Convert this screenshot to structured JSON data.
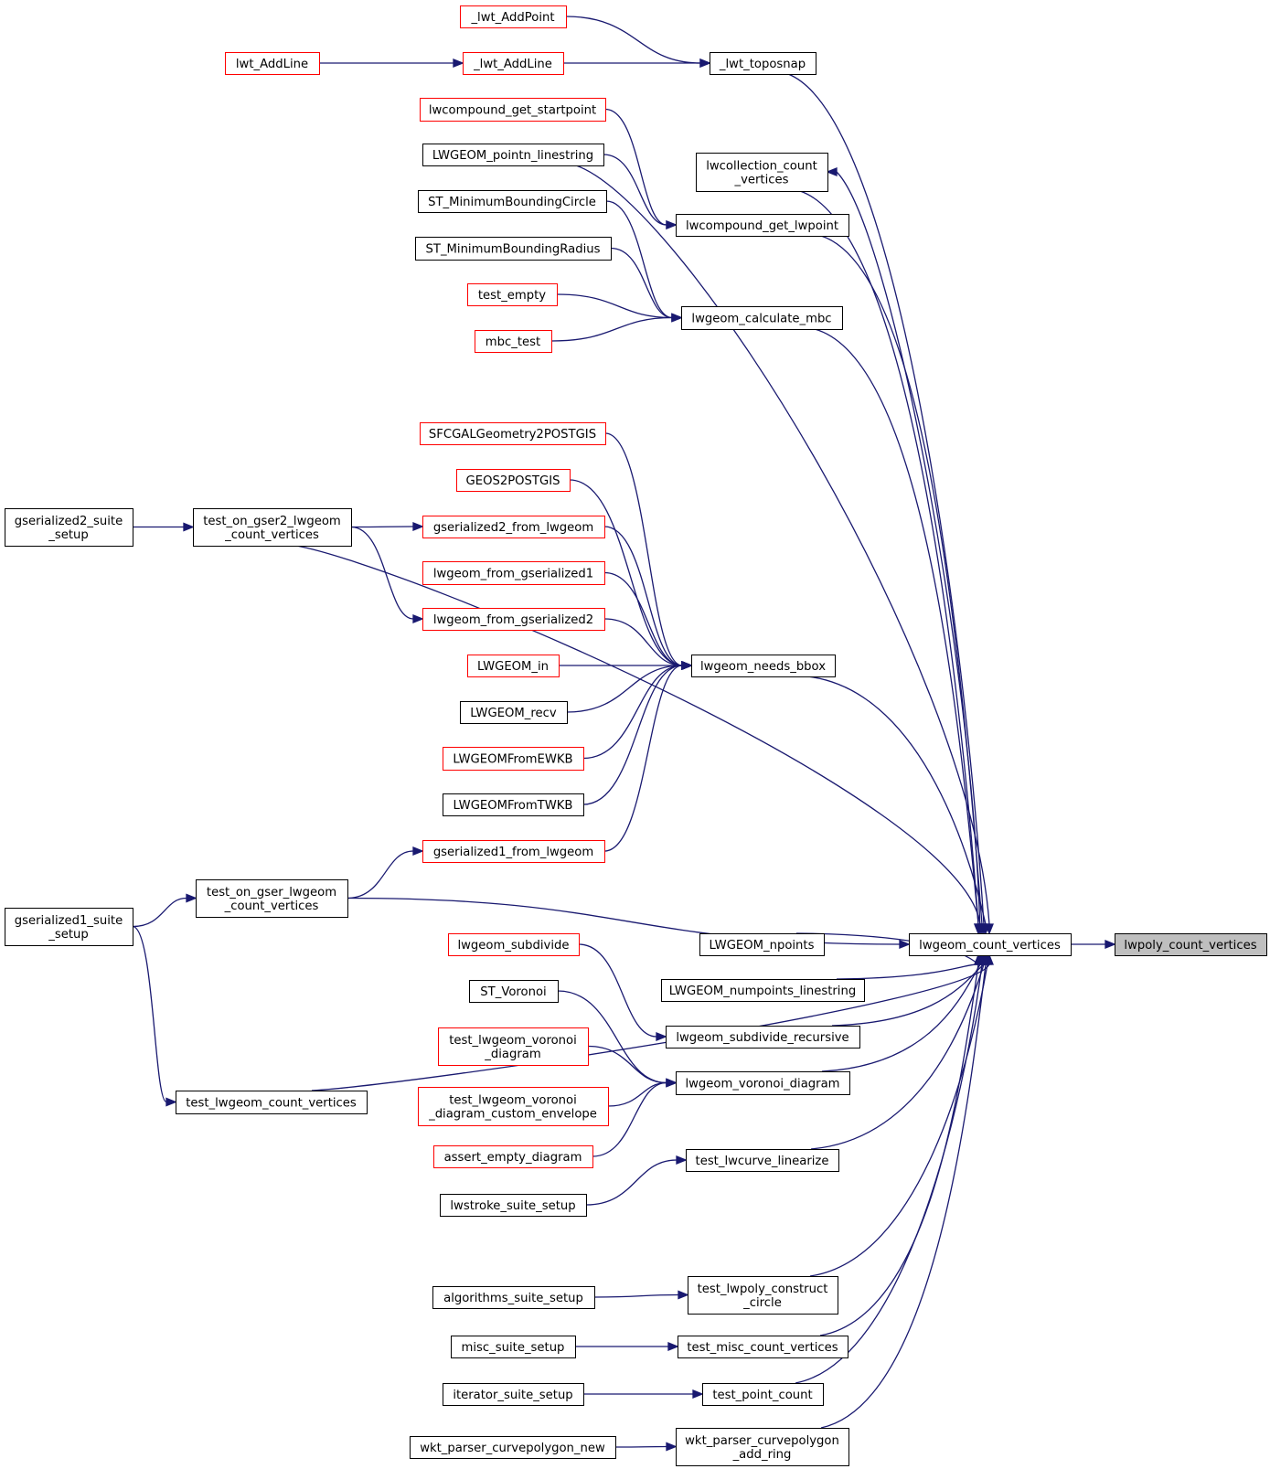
{
  "colors": {
    "edge": "#191970",
    "border_default": "#000000",
    "border_truncated": "#ff0000",
    "focus_fill": "#bfbfbf",
    "background": "#ffffff"
  },
  "nodes": {
    "lwt_AddPoint": {
      "lines": [
        "_lwt_AddPoint"
      ],
      "style": "red"
    },
    "lwt_AddLine_pub": {
      "lines": [
        "lwt_AddLine"
      ],
      "style": "red"
    },
    "lwt_AddLine": {
      "lines": [
        "_lwt_AddLine"
      ],
      "style": "red"
    },
    "lwt_toposnap": {
      "lines": [
        "_lwt_toposnap"
      ],
      "style": "black"
    },
    "lwcompound_get_startpoint": {
      "lines": [
        "lwcompound_get_startpoint"
      ],
      "style": "red"
    },
    "LWGEOM_pointn_linestring": {
      "lines": [
        "LWGEOM_pointn_linestring"
      ],
      "style": "black"
    },
    "lwcollection_count_vertices": {
      "lines": [
        "lwcollection_count",
        "_vertices"
      ],
      "style": "black"
    },
    "ST_MinimumBoundingCircle": {
      "lines": [
        "ST_MinimumBoundingCircle"
      ],
      "style": "black"
    },
    "lwcompound_get_lwpoint": {
      "lines": [
        "lwcompound_get_lwpoint"
      ],
      "style": "black"
    },
    "ST_MinimumBoundingRadius": {
      "lines": [
        "ST_MinimumBoundingRadius"
      ],
      "style": "black"
    },
    "test_empty": {
      "lines": [
        "test_empty"
      ],
      "style": "red"
    },
    "lwgeom_calculate_mbc": {
      "lines": [
        "lwgeom_calculate_mbc"
      ],
      "style": "black"
    },
    "mbc_test": {
      "lines": [
        "mbc_test"
      ],
      "style": "red"
    },
    "SFCGALGeometry2POSTGIS": {
      "lines": [
        "SFCGALGeometry2POSTGIS"
      ],
      "style": "red"
    },
    "GEOS2POSTGIS": {
      "lines": [
        "GEOS2POSTGIS"
      ],
      "style": "red"
    },
    "gserialized2_suite_setup": {
      "lines": [
        "gserialized2_suite",
        "_setup"
      ],
      "style": "black"
    },
    "test_on_gser2_lwgeom_count_vertices": {
      "lines": [
        "test_on_gser2_lwgeom",
        "_count_vertices"
      ],
      "style": "black"
    },
    "gserialized2_from_lwgeom": {
      "lines": [
        "gserialized2_from_lwgeom"
      ],
      "style": "red"
    },
    "lwgeom_from_gserialized1": {
      "lines": [
        "lwgeom_from_gserialized1"
      ],
      "style": "red"
    },
    "lwgeom_from_gserialized2": {
      "lines": [
        "lwgeom_from_gserialized2"
      ],
      "style": "red"
    },
    "LWGEOM_in": {
      "lines": [
        "LWGEOM_in"
      ],
      "style": "red"
    },
    "lwgeom_needs_bbox": {
      "lines": [
        "lwgeom_needs_bbox"
      ],
      "style": "black"
    },
    "LWGEOM_recv": {
      "lines": [
        "LWGEOM_recv"
      ],
      "style": "black"
    },
    "LWGEOMFromEWKB": {
      "lines": [
        "LWGEOMFromEWKB"
      ],
      "style": "red"
    },
    "LWGEOMFromTWKB": {
      "lines": [
        "LWGEOMFromTWKB"
      ],
      "style": "black"
    },
    "gserialized1_from_lwgeom": {
      "lines": [
        "gserialized1_from_lwgeom"
      ],
      "style": "red"
    },
    "test_on_gser_lwgeom_count_vertices": {
      "lines": [
        "test_on_gser_lwgeom",
        "_count_vertices"
      ],
      "style": "black"
    },
    "gserialized1_suite_setup": {
      "lines": [
        "gserialized1_suite",
        "_setup"
      ],
      "style": "black"
    },
    "LWGEOM_npoints": {
      "lines": [
        "LWGEOM_npoints"
      ],
      "style": "black"
    },
    "lwgeom_count_vertices": {
      "lines": [
        "lwgeom_count_vertices"
      ],
      "style": "black"
    },
    "lwpoly_count_vertices": {
      "lines": [
        "lwpoly_count_vertices"
      ],
      "style": "focus"
    },
    "lwgeom_subdivide": {
      "lines": [
        "lwgeom_subdivide"
      ],
      "style": "red"
    },
    "LWGEOM_numpoints_linestring": {
      "lines": [
        "LWGEOM_numpoints_linestring"
      ],
      "style": "black"
    },
    "ST_Voronoi": {
      "lines": [
        "ST_Voronoi"
      ],
      "style": "black"
    },
    "lwgeom_subdivide_recursive": {
      "lines": [
        "lwgeom_subdivide_recursive"
      ],
      "style": "black"
    },
    "test_lwgeom_voronoi_diagram": {
      "lines": [
        "test_lwgeom_voronoi",
        "_diagram"
      ],
      "style": "red"
    },
    "lwgeom_voronoi_diagram": {
      "lines": [
        "lwgeom_voronoi_diagram"
      ],
      "style": "black"
    },
    "test_lwgeom_count_vertices": {
      "lines": [
        "test_lwgeom_count_vertices"
      ],
      "style": "black"
    },
    "test_lwgeom_voronoi_diagram_custom_envelope": {
      "lines": [
        "test_lwgeom_voronoi",
        "_diagram_custom_envelope"
      ],
      "style": "red"
    },
    "assert_empty_diagram": {
      "lines": [
        "assert_empty_diagram"
      ],
      "style": "red"
    },
    "test_lwcurve_linearize": {
      "lines": [
        "test_lwcurve_linearize"
      ],
      "style": "black"
    },
    "lwstroke_suite_setup": {
      "lines": [
        "lwstroke_suite_setup"
      ],
      "style": "black"
    },
    "test_lwpoly_construct_circle": {
      "lines": [
        "test_lwpoly_construct",
        "_circle"
      ],
      "style": "black"
    },
    "algorithms_suite_setup": {
      "lines": [
        "algorithms_suite_setup"
      ],
      "style": "black"
    },
    "test_misc_count_vertices": {
      "lines": [
        "test_misc_count_vertices"
      ],
      "style": "black"
    },
    "misc_suite_setup": {
      "lines": [
        "misc_suite_setup"
      ],
      "style": "black"
    },
    "test_point_count": {
      "lines": [
        "test_point_count"
      ],
      "style": "black"
    },
    "iterator_suite_setup": {
      "lines": [
        "iterator_suite_setup"
      ],
      "style": "black"
    },
    "wkt_parser_curvepolygon_add_ring": {
      "lines": [
        "wkt_parser_curvepolygon",
        "_add_ring"
      ],
      "style": "black"
    },
    "wkt_parser_curvepolygon_new": {
      "lines": [
        "wkt_parser_curvepolygon_new"
      ],
      "style": "black"
    }
  },
  "edges": [
    [
      "lwt_AddPoint",
      "lwt_toposnap"
    ],
    [
      "lwt_AddLine",
      "lwt_toposnap"
    ],
    [
      "lwt_AddLine_pub",
      "lwt_AddLine"
    ],
    [
      "lwt_toposnap",
      "lwgeom_count_vertices"
    ],
    [
      "lwcompound_get_startpoint",
      "lwcompound_get_lwpoint"
    ],
    [
      "LWGEOM_pointn_linestring",
      "lwcompound_get_lwpoint"
    ],
    [
      "LWGEOM_pointn_linestring",
      "lwgeom_count_vertices"
    ],
    [
      "lwcollection_count_vertices",
      "lwgeom_count_vertices"
    ],
    [
      "lwgeom_count_vertices",
      "lwcollection_count_vertices"
    ],
    [
      "lwcompound_get_lwpoint",
      "lwgeom_count_vertices"
    ],
    [
      "ST_MinimumBoundingCircle",
      "lwgeom_calculate_mbc"
    ],
    [
      "ST_MinimumBoundingRadius",
      "lwgeom_calculate_mbc"
    ],
    [
      "test_empty",
      "lwgeom_calculate_mbc"
    ],
    [
      "mbc_test",
      "lwgeom_calculate_mbc"
    ],
    [
      "lwgeom_calculate_mbc",
      "lwgeom_count_vertices"
    ],
    [
      "SFCGALGeometry2POSTGIS",
      "lwgeom_needs_bbox"
    ],
    [
      "GEOS2POSTGIS",
      "lwgeom_needs_bbox"
    ],
    [
      "gserialized2_from_lwgeom",
      "lwgeom_needs_bbox"
    ],
    [
      "lwgeom_from_gserialized1",
      "lwgeom_needs_bbox"
    ],
    [
      "lwgeom_from_gserialized2",
      "lwgeom_needs_bbox"
    ],
    [
      "LWGEOM_in",
      "lwgeom_needs_bbox"
    ],
    [
      "LWGEOM_recv",
      "lwgeom_needs_bbox"
    ],
    [
      "LWGEOMFromEWKB",
      "lwgeom_needs_bbox"
    ],
    [
      "LWGEOMFromTWKB",
      "lwgeom_needs_bbox"
    ],
    [
      "gserialized1_from_lwgeom",
      "lwgeom_needs_bbox"
    ],
    [
      "lwgeom_needs_bbox",
      "lwgeom_count_vertices"
    ],
    [
      "gserialized2_suite_setup",
      "test_on_gser2_lwgeom_count_vertices"
    ],
    [
      "test_on_gser2_lwgeom_count_vertices",
      "gserialized2_from_lwgeom"
    ],
    [
      "test_on_gser2_lwgeom_count_vertices",
      "lwgeom_from_gserialized2"
    ],
    [
      "test_on_gser2_lwgeom_count_vertices",
      "lwgeom_count_vertices"
    ],
    [
      "test_on_gser_lwgeom_count_vertices",
      "gserialized1_from_lwgeom"
    ],
    [
      "test_on_gser_lwgeom_count_vertices",
      "lwgeom_count_vertices"
    ],
    [
      "gserialized1_suite_setup",
      "test_on_gser_lwgeom_count_vertices"
    ],
    [
      "gserialized1_suite_setup",
      "test_lwgeom_count_vertices"
    ],
    [
      "test_lwgeom_count_vertices",
      "lwgeom_count_vertices"
    ],
    [
      "LWGEOM_npoints",
      "lwgeom_count_vertices"
    ],
    [
      "LWGEOM_numpoints_linestring",
      "lwgeom_count_vertices"
    ],
    [
      "lwgeom_subdivide",
      "lwgeom_subdivide_recursive"
    ],
    [
      "lwgeom_subdivide_recursive",
      "lwgeom_count_vertices"
    ],
    [
      "ST_Voronoi",
      "lwgeom_voronoi_diagram"
    ],
    [
      "test_lwgeom_voronoi_diagram",
      "lwgeom_voronoi_diagram"
    ],
    [
      "test_lwgeom_voronoi_diagram_custom_envelope",
      "lwgeom_voronoi_diagram"
    ],
    [
      "assert_empty_diagram",
      "lwgeom_voronoi_diagram"
    ],
    [
      "lwgeom_voronoi_diagram",
      "lwgeom_count_vertices"
    ],
    [
      "lwstroke_suite_setup",
      "test_lwcurve_linearize"
    ],
    [
      "test_lwcurve_linearize",
      "lwgeom_count_vertices"
    ],
    [
      "algorithms_suite_setup",
      "test_lwpoly_construct_circle"
    ],
    [
      "test_lwpoly_construct_circle",
      "lwgeom_count_vertices"
    ],
    [
      "misc_suite_setup",
      "test_misc_count_vertices"
    ],
    [
      "test_misc_count_vertices",
      "lwgeom_count_vertices"
    ],
    [
      "iterator_suite_setup",
      "test_point_count"
    ],
    [
      "test_point_count",
      "lwgeom_count_vertices"
    ],
    [
      "wkt_parser_curvepolygon_new",
      "wkt_parser_curvepolygon_add_ring"
    ],
    [
      "wkt_parser_curvepolygon_add_ring",
      "lwgeom_count_vertices"
    ],
    [
      "lwgeom_count_vertices",
      "lwpoly_count_vertices"
    ]
  ]
}
